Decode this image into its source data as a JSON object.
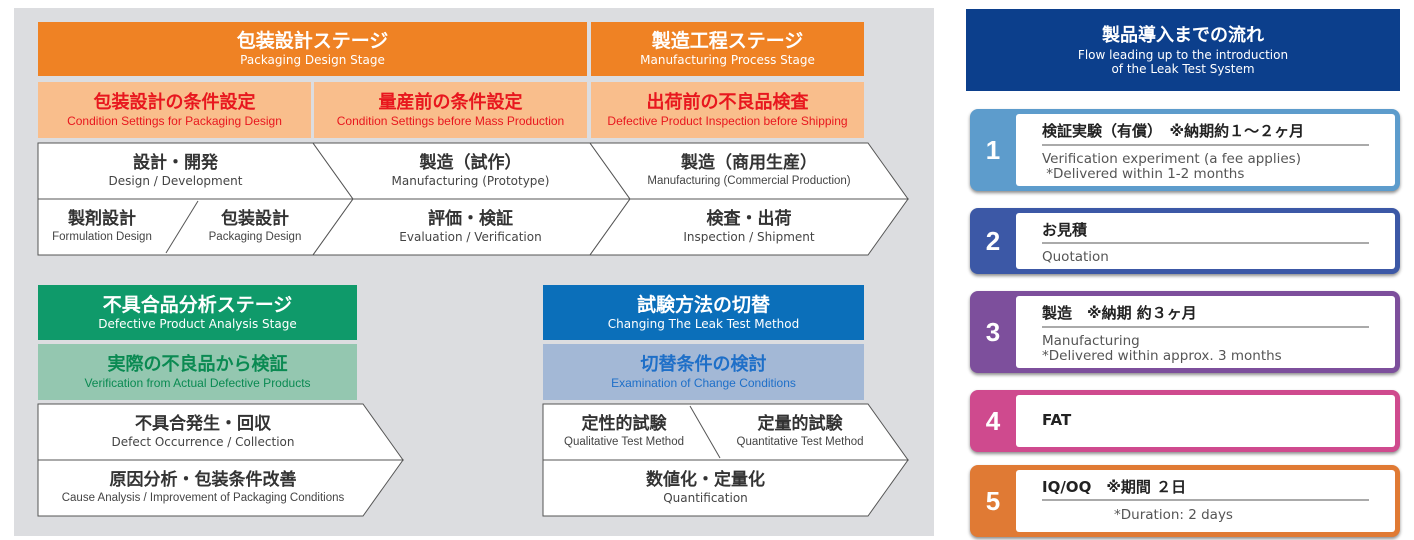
{
  "stages": {
    "packaging_design": {
      "jp": "包装設計ステージ",
      "en": "Packaging Design Stage"
    },
    "manufacturing_process": {
      "jp": "製造工程ステージ",
      "en": "Manufacturing Process Stage"
    },
    "defective_analysis": {
      "jp": "不具合品分析ステージ",
      "en": "Defective Product Analysis Stage"
    },
    "changing_method": {
      "jp": "試験方法の切替",
      "en": "Changing The Leak Test Method"
    }
  },
  "conditions": {
    "packaging_design": {
      "jp": "包装設計の条件設定",
      "en": "Condition Settings for Packaging Design"
    },
    "before_mass_production": {
      "jp": "量産前の条件設定",
      "en": "Condition Settings before Mass Production"
    },
    "before_shipping": {
      "jp": "出荷前の不良品検査",
      "en": "Defective Product Inspection before Shipping"
    },
    "actual_defective": {
      "jp": "実際の不良品から検証",
      "en": "Verification from Actual Defective Products"
    },
    "change_conditions": {
      "jp": "切替条件の検討",
      "en": "Examination of Change Conditions"
    }
  },
  "cells": {
    "design_development": {
      "jp": "設計・開発",
      "en": "Design / Development"
    },
    "formulation_design": {
      "jp": "製剤設計",
      "en": "Formulation Design"
    },
    "packaging_design": {
      "jp": "包装設計",
      "en": "Packaging Design"
    },
    "mfg_prototype": {
      "jp": "製造（試作）",
      "en": "Manufacturing (Prototype)"
    },
    "evaluation": {
      "jp": "評価・検証",
      "en": "Evaluation / Verification"
    },
    "mfg_commercial": {
      "jp": "製造（商用生産）",
      "en": "Manufacturing (Commercial Production)"
    },
    "inspection": {
      "jp": "検査・出荷",
      "en": "Inspection / Shipment"
    },
    "defect_occurrence": {
      "jp": "不具合発生・回収",
      "en": "Defect Occurrence / Collection"
    },
    "cause_analysis": {
      "jp": "原因分析・包装条件改善",
      "en": "Cause Analysis / Improvement of Packaging Conditions"
    },
    "qualitative": {
      "jp": "定性的試験",
      "en": "Qualitative Test Method"
    },
    "quantitative": {
      "jp": "定量的試験",
      "en": "Quantitative Test Method"
    },
    "quantification": {
      "jp": "数値化・定量化",
      "en": "Quantification"
    }
  },
  "flow": {
    "header_jp": "製品導入までの流れ",
    "header_en_1": "Flow leading up to the introduction",
    "header_en_2": "of the Leak Test System",
    "steps": [
      {
        "num": "1",
        "title": "検証実験（有償）　※納期約１～２ヶ月",
        "desc": "Verification experiment (a fee applies)\n *Delivered within 1-2 months"
      },
      {
        "num": "2",
        "title": "お見積",
        "desc": "Quotation"
      },
      {
        "num": "3",
        "title": "製造　※納期 約３ヶ月",
        "desc": "Manufacturing\n*Delivered within approx. 3 months"
      },
      {
        "num": "4",
        "title": "FAT",
        "desc": ""
      },
      {
        "num": "5",
        "title": "IQ/OQ　※期間  ２日",
        "desc": "*Duration: 2 days"
      }
    ]
  },
  "colors": {
    "orange": "#ef8224",
    "light_orange": "#f9be8c",
    "red_text": "#e8171e",
    "green": "#0f9a6a",
    "light_green": "#94c7b0",
    "green_text": "#0a8a52",
    "blue": "#0b6fba",
    "light_blue": "#a3b8d6",
    "blue_text": "#1e6fc8",
    "navy": "#0c3f8c",
    "step1": "#5d9ccc",
    "step2": "#3c58a6",
    "step3": "#7d4f9c",
    "step4": "#cf4a8e",
    "step5": "#e07a34"
  }
}
